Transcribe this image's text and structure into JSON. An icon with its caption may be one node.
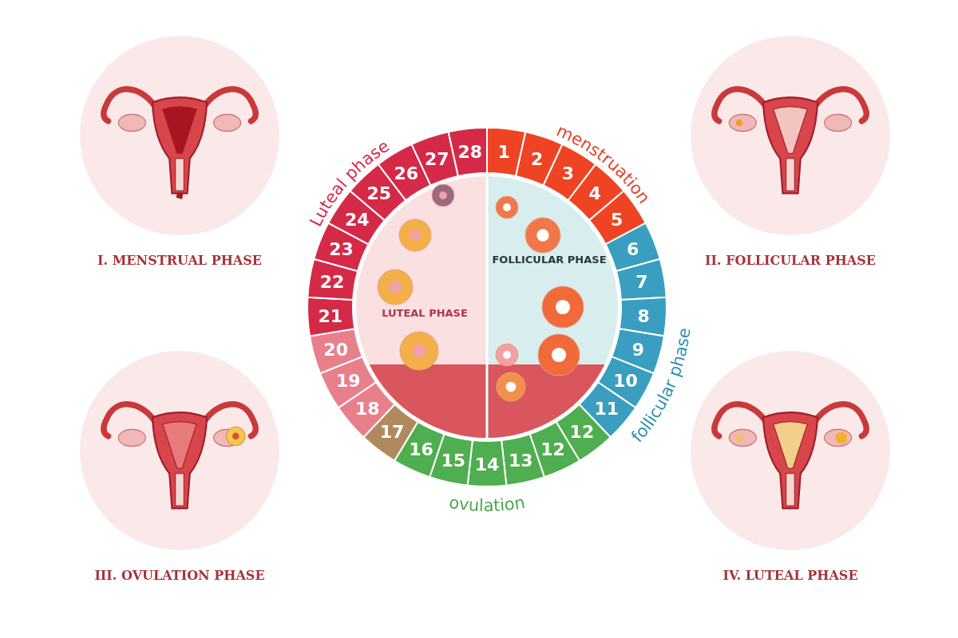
{
  "diagram": {
    "nodes": [
      {
        "text": [
          "I. MENSTRUAL PHASE"
        ]
      },
      {
        "text": [
          "II. FOLLICULAR PHASE"
        ]
      },
      {
        "text": [
          "III. OVULATION PHASE"
        ]
      },
      {
        "text": [
          "IV. LUTEAL PHASE"
        ]
      },
      {
        "text": [
          "1"
        ]
      },
      {
        "text": [
          "2"
        ]
      },
      {
        "text": [
          "3"
        ]
      },
      {
        "text": [
          "4"
        ]
      },
      {
        "text": [
          "5"
        ]
      },
      {
        "text": [
          "6"
        ]
      },
      {
        "text": [
          "7"
        ]
      },
      {
        "text": [
          "8"
        ]
      },
      {
        "text": [
          "9"
        ]
      },
      {
        "text": [
          "10"
        ]
      },
      {
        "text": [
          "11"
        ]
      },
      {
        "text": [
          "12"
        ]
      },
      {
        "text": [
          "12"
        ]
      },
      {
        "text": [
          "13"
        ]
      },
      {
        "text": [
          "14"
        ]
      },
      {
        "text": [
          "15"
        ]
      },
      {
        "text": [
          "16"
        ]
      },
      {
        "text": [
          "17"
        ]
      },
      {
        "text": [
          "18"
        ]
      },
      {
        "text": [
          "19"
        ]
      },
      {
        "text": [
          "20"
        ]
      },
      {
        "text": [
          "21"
        ]
      },
      {
        "text": [
          "22"
        ]
      },
      {
        "text": [
          "23"
        ]
      },
      {
        "text": [
          "24"
        ]
      },
      {
        "text": [
          "25"
        ]
      },
      {
        "text": [
          "26"
        ]
      },
      {
        "text": [
          "27"
        ]
      },
      {
        "text": [
          "28"
        ]
      },
      {
        "text": [
          "LUTEAL PHASE"
        ]
      },
      {
        "text": [
          "FOLLICULAR PHASE"
        ]
      }
    ],
    "edges": [],
    "labels": [
      "Luteal phase",
      "menstruation",
      "follicular phase",
      "ovulation"
    ]
  }
}
